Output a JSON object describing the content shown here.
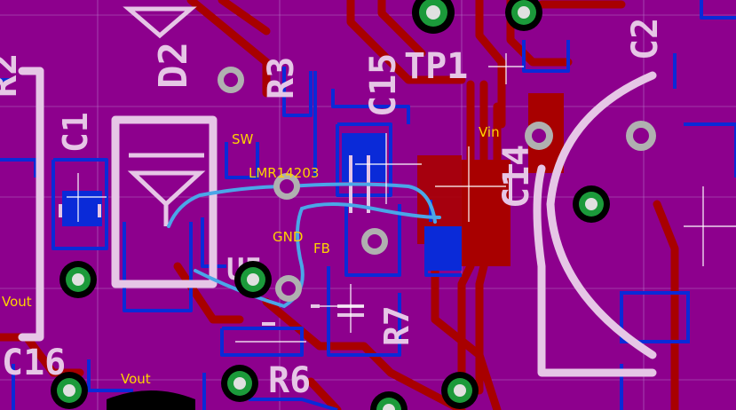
{
  "view": {
    "background": "#8d008d",
    "layer_colors": {
      "copper_top": "#a80000",
      "copper_bottom": "#0a2ad8",
      "silkscreen": "#e6c6e6",
      "net_label": "#ffd400",
      "ratsnest": "#4aa6e8",
      "via_ring": "#b0b0b0",
      "pad_drill": "#e0e0e0",
      "grid": "#c8a0dc",
      "cursor": "#ffffff"
    },
    "grid_visible": true,
    "cursor_crosshair": true
  },
  "silkscreen_labels": {
    "d2": "D2",
    "r2": "R2",
    "r3": "R3",
    "c15": "C15",
    "tp1": "TP1",
    "c2": "C2",
    "c14": "C14",
    "c1": "C1",
    "u5": "U5",
    "r7": "R7",
    "c16": "C16",
    "r6": "R6"
  },
  "net_labels": {
    "sw": "SW",
    "lmr": "LMR14203",
    "gnd": "GND",
    "fb": "FB",
    "vin": "Vin",
    "vout_left": "Vout",
    "vout_bottom": "Vout"
  }
}
